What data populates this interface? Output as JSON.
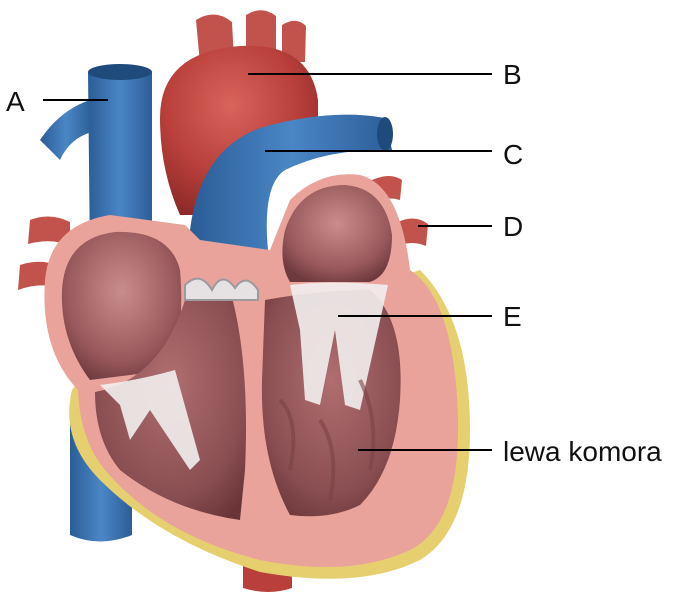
{
  "labels": {
    "a": "A",
    "b": "B",
    "c": "C",
    "d": "D",
    "e": "E",
    "left_ventricle": "lewa komora"
  },
  "colors": {
    "vein_blue": "#3f78b7",
    "artery_red": "#b83f3a",
    "muscle_pink": "#e9a39a",
    "chamber_dark": "#8a4f52",
    "fat_yellow": "#e6cf6f",
    "tendon_white": "#f2eeee",
    "leader_line": "#000000"
  }
}
